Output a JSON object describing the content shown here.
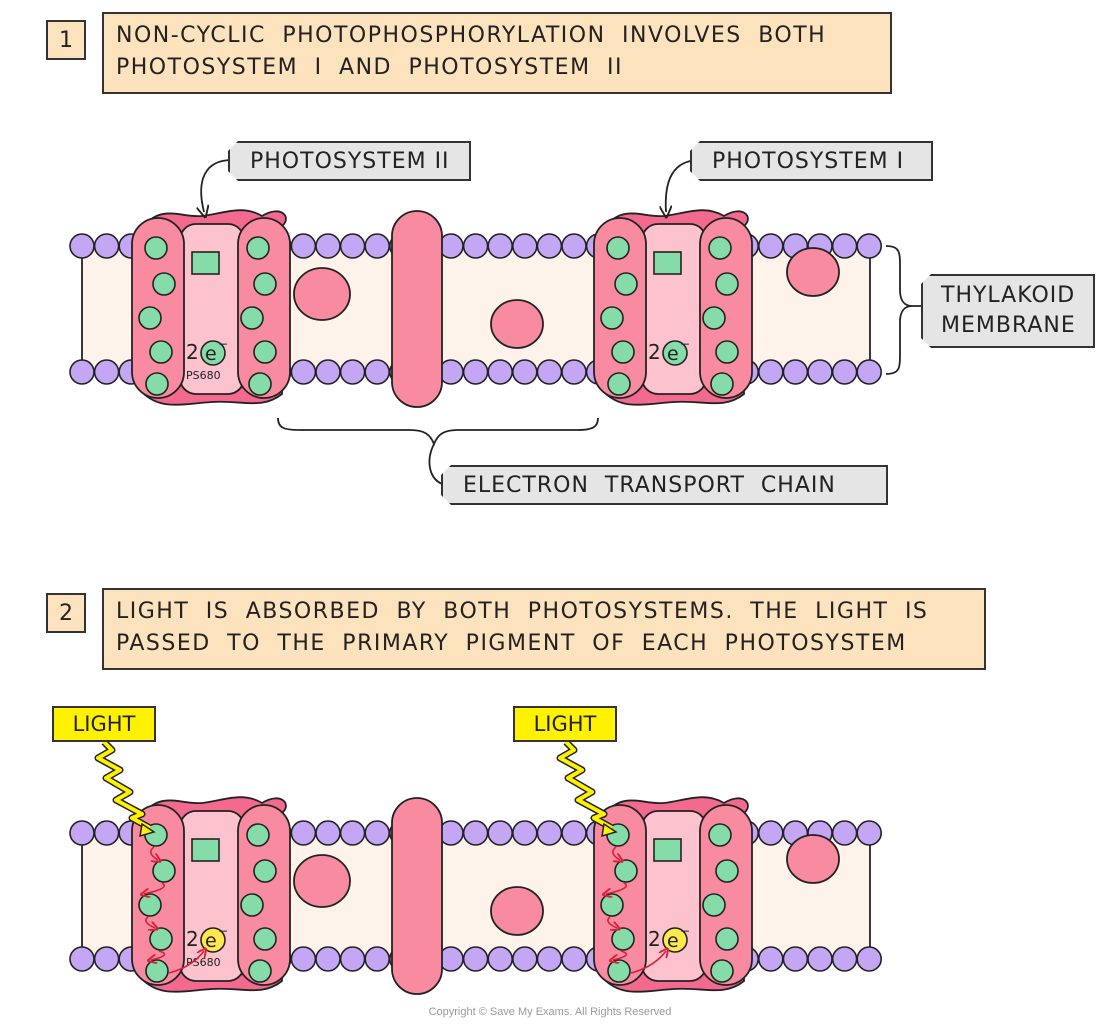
{
  "step1": {
    "number": "1",
    "text_line1": "NON-CYCLIC PHOTOPHOSPHORYLATION INVOLVES BOTH",
    "text_line2": "PHOTOSYSTEM I AND PHOTOSYSTEM II"
  },
  "step2": {
    "number": "2",
    "text_line1": "LIGHT IS ABSORBED BY BOTH PHOTOSYSTEMS. THE LIGHT IS",
    "text_line2": "PASSED TO THE PRIMARY PIGMENT OF EACH PHOTOSYSTEM"
  },
  "labels": {
    "photosystem_2": "PHOTOSYSTEM II",
    "photosystem_1": "PHOTOSYSTEM I",
    "thylakoid_line1": "THYLAKOID",
    "thylakoid_line2": "MEMBRANE",
    "etc": "ELECTRON TRANSPORT CHAIN",
    "light": "LIGHT",
    "ps680": "PS680",
    "electrons": "2e⁻"
  },
  "colors": {
    "membrane_bead": "#c3a6f4",
    "membrane_fill": "#fdf3ea",
    "protein_dark": "#f46a8f",
    "protein_mid": "#f88ba0",
    "protein_light": "#fcc3cf",
    "pigment": "#86dca8",
    "electron_yellow": "#ffe94d",
    "light_yellow": "#fff200",
    "arrow_red": "#d6213a",
    "label_box": "#fde3bd"
  },
  "copyright": "Copyright © Save My Exams. All Rights Reserved"
}
